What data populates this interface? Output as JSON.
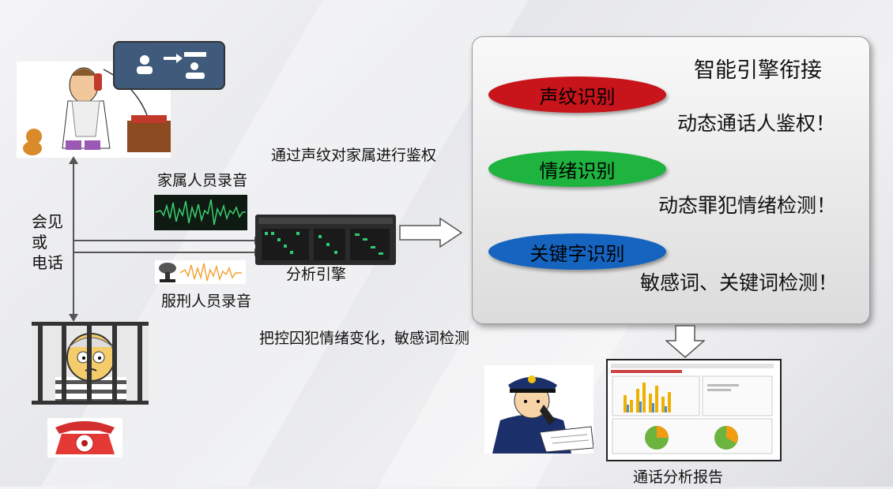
{
  "panel": {
    "title": "智能引擎衔接",
    "items": [
      {
        "label": "声纹识别",
        "desc": "动态通话人鉴权！",
        "color": "#c8141b"
      },
      {
        "label": "情绪识别",
        "desc": "动态罪犯情绪检测！",
        "color": "#1fb33f"
      },
      {
        "label": "关键字识别",
        "desc": "敏感词、关键词检测！",
        "color": "#1565c0"
      }
    ]
  },
  "labels": {
    "family_record": "家属人员录音",
    "inmate_record": "服刑人员录音",
    "meet_or_call": [
      "会见",
      "或",
      "电话"
    ],
    "engine": "分析引擎",
    "voiceprint_auth": "通过声纹对家属进行鉴权",
    "emotion_monitor": "把控囚犯情绪变化，敏感词检测",
    "report": "通话分析报告"
  },
  "icons": [
    "family-caller-icon",
    "contact-card-icon",
    "prisoner-icon",
    "telephone-icon",
    "waveform-icon",
    "microphone-icon",
    "server-icon",
    "officer-icon",
    "report-screenshot-icon",
    "arrow-right-icon",
    "arrow-down-icon"
  ]
}
